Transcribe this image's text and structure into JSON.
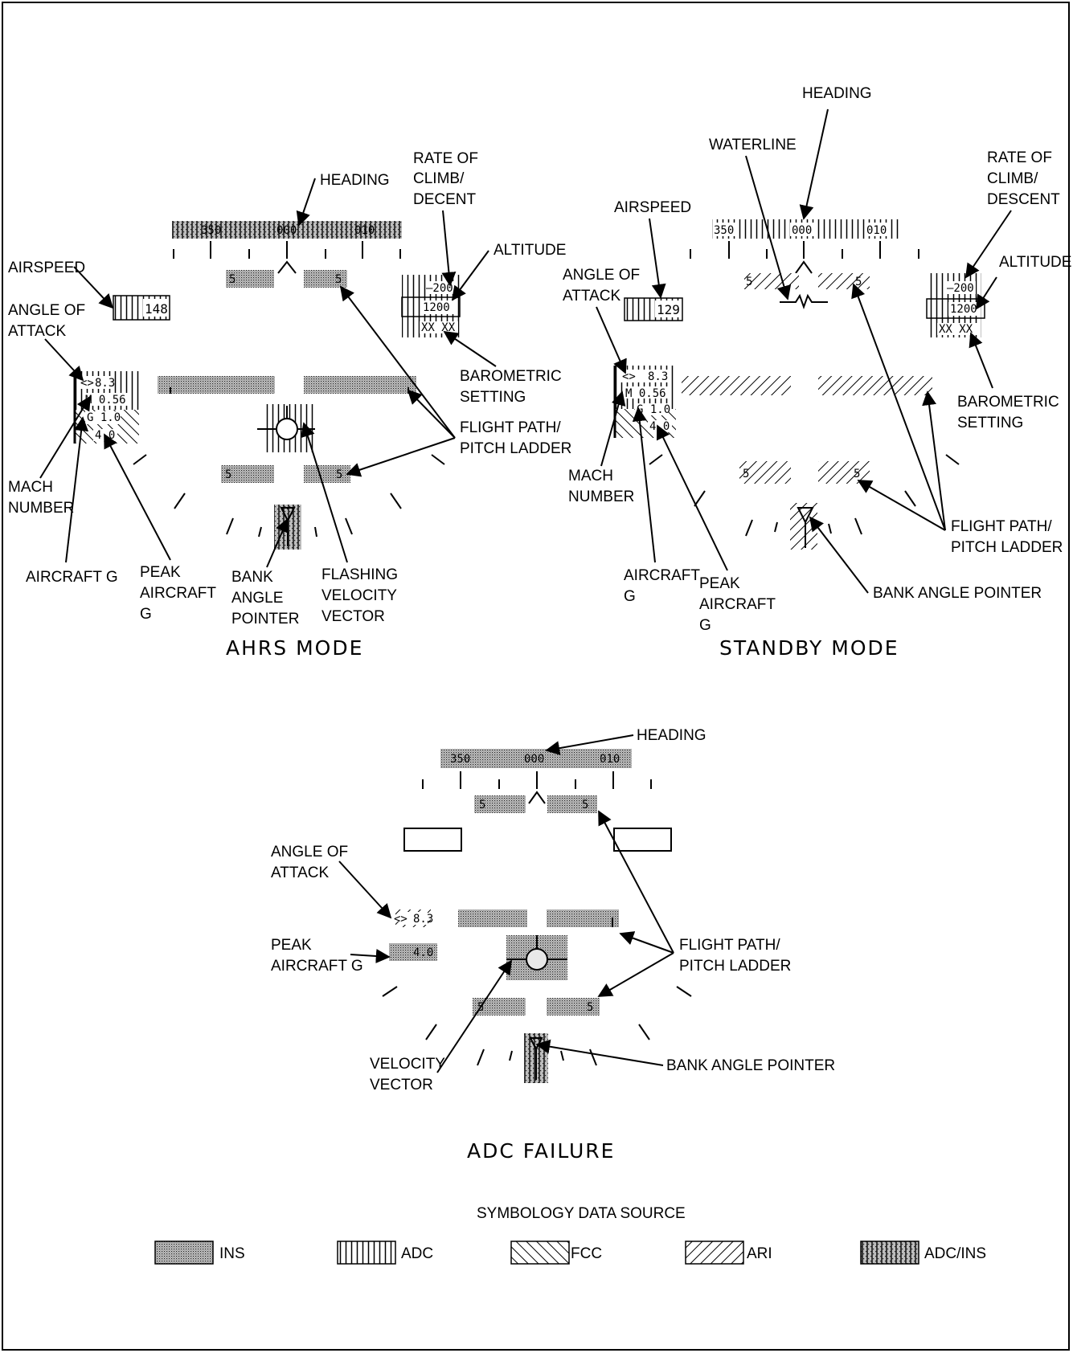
{
  "panels": {
    "ahrs": {
      "title": "AHRS MODE",
      "heading_scale": [
        "350",
        "000",
        "010"
      ],
      "airspeed_value": "148",
      "rate_value": "–200",
      "altitude_value": "1200",
      "baro_value": "XX XX",
      "aoa_value": "8.3",
      "mach_value": "M 0.56",
      "g_value": "G 1.0",
      "peak_g_value": "4.0",
      "pitch_5_left": "5",
      "pitch_5_right": "5",
      "pitch_m5_left": "5",
      "pitch_m5_right": "5",
      "labels": {
        "heading": "HEADING",
        "rate": [
          "RATE OF",
          "CLIMB/",
          "DECENT"
        ],
        "altitude": "ALTITUDE",
        "airspeed": "AIRSPEED",
        "aoa": [
          "ANGLE OF",
          "ATTACK"
        ],
        "baro": [
          "BAROMETRIC",
          "SETTING"
        ],
        "flight_path": [
          "FLIGHT PATH/",
          "PITCH LADDER"
        ],
        "mach": [
          "MACH",
          "NUMBER"
        ],
        "aircraft_g": "AIRCRAFT G",
        "peak_g": [
          "PEAK",
          "AIRCRAFT",
          "G"
        ],
        "bank": [
          "BANK",
          "ANGLE",
          "POINTER"
        ],
        "velocity": [
          "FLASHING",
          "VELOCITY",
          "VECTOR"
        ]
      }
    },
    "standby": {
      "title": "STANDBY MODE",
      "heading_scale": [
        "350",
        "000",
        "010"
      ],
      "airspeed_value": "129",
      "rate_value": "–200",
      "altitude_value": "1200",
      "baro_value": "XX XX",
      "aoa_value": "8.3",
      "mach_value": "M 0.56",
      "g_value": "G 1.0",
      "peak_g_value": "4.0",
      "pitch_5_left": "5",
      "pitch_5_right": "5",
      "pitch_m5_left": "5",
      "pitch_m5_right": "5",
      "labels": {
        "heading": "HEADING",
        "waterline": "WATERLINE",
        "rate": [
          "RATE OF",
          "CLIMB/",
          "DESCENT"
        ],
        "airspeed": "AIRSPEED",
        "altitude": "ALTITUDE",
        "aoa": [
          "ANGLE OF",
          "ATTACK"
        ],
        "baro": [
          "BAROMETRIC",
          "SETTING"
        ],
        "mach": [
          "MACH",
          "NUMBER"
        ],
        "flight_path": [
          "FLIGHT PATH/",
          "PITCH LADDER"
        ],
        "aircraft_g": [
          "AIRCRAFT",
          "G"
        ],
        "peak_g": [
          "PEAK",
          "AIRCRAFT",
          "G"
        ],
        "bank": "BANK ANGLE POINTER"
      }
    },
    "adc": {
      "title": "ADC FAILURE",
      "heading_scale": [
        "350",
        "000",
        "010"
      ],
      "aoa_value": "8.3",
      "peak_g_value": "4.0",
      "pitch_5_left": "5",
      "pitch_5_right": "5",
      "pitch_m5_left": "5",
      "pitch_m5_right": "5",
      "labels": {
        "heading": "HEADING",
        "aoa": [
          "ANGLE OF",
          "ATTACK"
        ],
        "peak_g": [
          "PEAK",
          "AIRCRAFT G"
        ],
        "flight_path": [
          "FLIGHT PATH/",
          "PITCH LADDER"
        ],
        "velocity": [
          "VELOCITY",
          "VECTOR"
        ],
        "bank": "BANK ANGLE POINTER"
      }
    }
  },
  "legend": {
    "title": "SYMBOLOGY DATA SOURCE",
    "items": [
      {
        "label": "INS",
        "pattern": "dots"
      },
      {
        "label": "ADC",
        "pattern": "vertical"
      },
      {
        "label": "FCC",
        "pattern": "back-diagonal"
      },
      {
        "label": "ARI",
        "pattern": "forward-diagonal"
      },
      {
        "label": "ADC/INS",
        "pattern": "dots-vertical"
      }
    ]
  }
}
